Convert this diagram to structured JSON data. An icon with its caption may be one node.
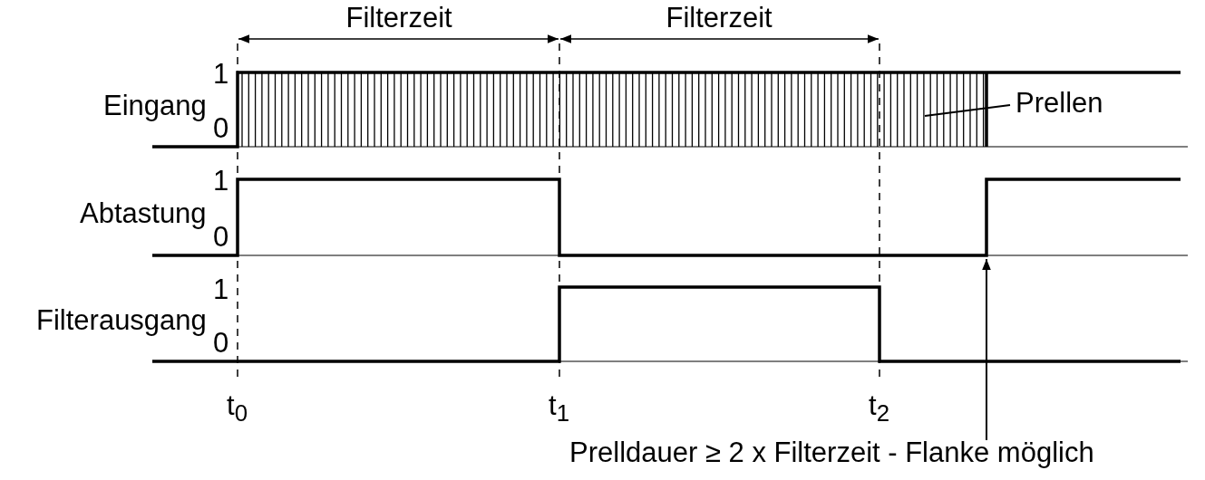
{
  "diagram": {
    "nodes": [
      {
        "text": [
          "Prellen"
        ]
      },
      {
        "text": [
          "Prelldauer ≥ 2 x Filterzeit - Flanke möglich"
        ]
      }
    ],
    "edges": [
      {
        "from": 0,
        "to": null,
        "arrow": "none"
      },
      {
        "from": 1,
        "to": null,
        "arrow": "to"
      }
    ],
    "labels": [
      "Filterzeit",
      "Filterzeit",
      "1",
      "Eingang",
      "0",
      "1",
      "Abtastung",
      "0",
      "1",
      "Filterausgang",
      "0",
      "t$_{0}$",
      "t$_{1}$",
      "t$_{2}$"
    ]
  }
}
